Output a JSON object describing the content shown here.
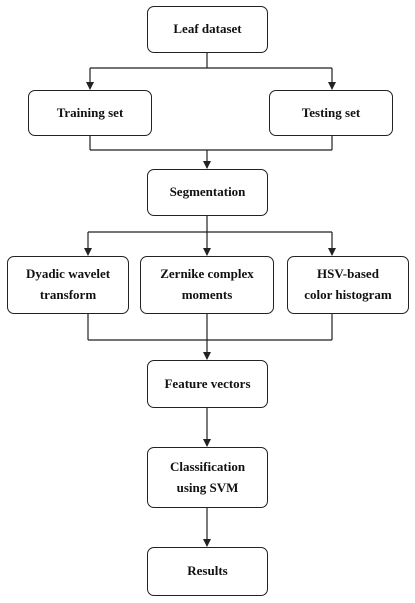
{
  "nodes": {
    "leaf_dataset": "Leaf dataset",
    "training_set": "Training set",
    "testing_set": "Testing set",
    "segmentation": "Segmentation",
    "dyadic_wavelet": "Dyadic wavelet\ntransform",
    "zernike": "Zernike complex\nmoments",
    "hsv_histogram": "HSV-based\ncolor histogram",
    "feature_vectors": "Feature vectors",
    "classification": "Classification\nusing SVM",
    "results": "Results"
  },
  "colors": {
    "stroke": "#222222",
    "text": "#111111",
    "background": "#ffffff"
  }
}
